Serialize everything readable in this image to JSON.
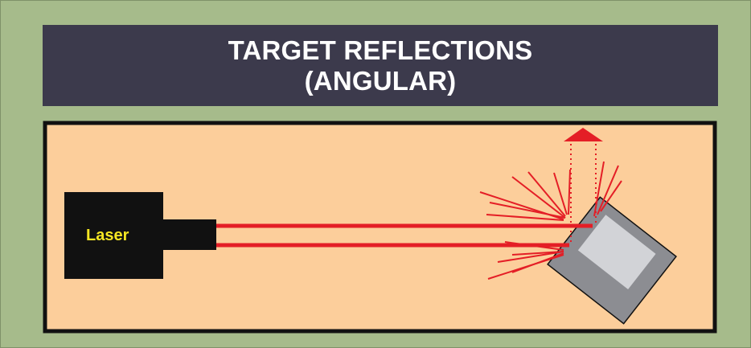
{
  "title": {
    "line1": "TARGET REFLECTIONS",
    "line2": "(ANGULAR)"
  },
  "laser": {
    "label": "Laser"
  },
  "colors": {
    "background": "#a6bb8b",
    "title_bar": "#3c3a4c",
    "title_text": "#ffffff",
    "panel": "#fcce9b",
    "panel_border": "#111111",
    "laser_body": "#111111",
    "laser_label": "#f5e623",
    "beam": "#e41e26",
    "target_outer": "#8c8d92",
    "target_inner": "#d2d3d7"
  }
}
